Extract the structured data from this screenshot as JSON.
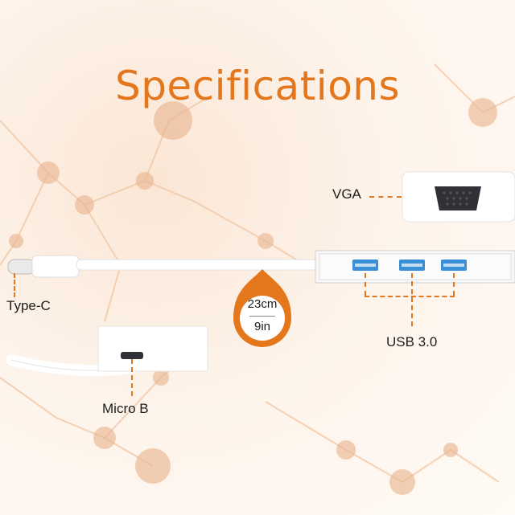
{
  "title": "Specifications",
  "labels": {
    "vga": "VGA",
    "type_c": "Type-C",
    "usb": "USB 3.0",
    "micro_b": "Micro B"
  },
  "cable_length": {
    "metric": "23cm",
    "imperial": "9in"
  },
  "colors": {
    "accent": "#e4761c",
    "usb_port": "#3a8fd6",
    "text": "#1c1c1c"
  }
}
